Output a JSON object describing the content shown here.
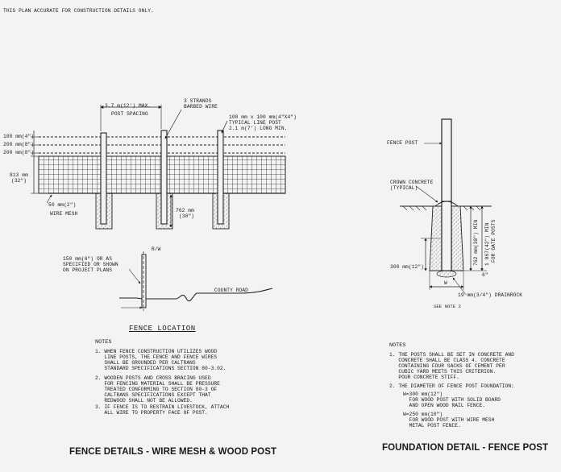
{
  "header_note": "THIS PLAN ACCURATE FOR CONSTRUCTION DETAILS ONLY.",
  "fence_elevation": {
    "span": "3.7 m(12') MAX.",
    "post_spacing": "POST SPACING",
    "strands_1": "3 STRANDS",
    "strands_2": "BARBED WIRE",
    "line_post_1": "100 mm x 100 mm(4\"X4\")",
    "line_post_2": "TYPICAL LINE POST",
    "line_post_3": "2.1 m(7') LONG MIN.",
    "dim_100": "100 mm(4\")",
    "dim_200a": "200 mm(8\")",
    "dim_200b": "200 mm(8\")",
    "dim_813a": "813 mm",
    "dim_813b": "(32\")",
    "dim_50": "50 mm(2\")",
    "wire_mesh": "WIRE MESH",
    "dim_762a": "762 mm",
    "dim_762b": "(30\")"
  },
  "fence_location": {
    "rw": "R/W",
    "offset_1": "150 mm(6\") OR AS",
    "offset_2": "SPECIFIED OR SHOWN",
    "offset_3": "ON PROJECT PLANS",
    "county_road": "COUNTY ROAD",
    "title": "FENCE LOCATION"
  },
  "left_notes": {
    "heading": "NOTES",
    "note1": "1. WHEN FENCE CONSTRUCTION UTILIZES WOOD\n   LINE POSTS, THE FENCE AND FENCE WIRES\n   SHALL BE GROUNDED PER CALTRANS\n   STANDARD SPECIFICATIONS SECTION 80-3.02.",
    "note2": "2. WOODEN POSTS AND CROSS BRACING USED\n   FOR FENCING MATERIAL SHALL BE PRESSURE\n   TREATED CONFORMING TO SECTION 80-3 OF\n   CALTRANS SPECIFICATIONS EXCEPT THAT\n   REDWOOD SHALL NOT BE ALLOWED.",
    "note3": "3. IF FENCE IS TO RESTRAIN LIVESTOCK, ATTACH\n   ALL WIRE TO PROPERTY FACE OF POST."
  },
  "foundation": {
    "fence_post": "FENCE POST",
    "crown_1": "CROWN CONCRETE",
    "crown_2": "(TYPICAL)",
    "dim_762a": "762 mm(30\") MIN",
    "dim_1067a": "1 067(42\") MIN",
    "dim_1067b": "FOR GATE POSTS",
    "dim_300": "300 mm(12\")",
    "dim_6": "6\"",
    "w": "W",
    "drainrock": "19 mm(3/4\") DRAINROCK",
    "see_note": "SEE NOTE 2"
  },
  "right_notes": {
    "heading": "NOTES",
    "note1": "1. THE POSTS SHALL BE SET IN CONCRETE AND\n   CONCRETE SHALL BE CLASS 4. CONCRETE\n   CONTAINING FOUR SACKS OF CEMENT PER\n   CUBIC YARD MEETS THIS CRITERION.\n   POUR CONCRETE STIFF.",
    "note2": "2. THE DIAMETER OF FENCE POST FOUNDATION:",
    "w1": "W=300 mm(12\")\n  FOR WOOD POST WITH SOLID BOARD\n  AND OPEN WOOD RAIL FENCE.",
    "w2": "W=250 mm(10\")\n  FOR WOOD POST WITH WIRE MESH\n  METAL POST FENCE."
  },
  "titles": {
    "left": "FENCE DETAILS - WIRE MESH & WOOD POST",
    "right": "FOUNDATION DETAIL - FENCE POST"
  }
}
